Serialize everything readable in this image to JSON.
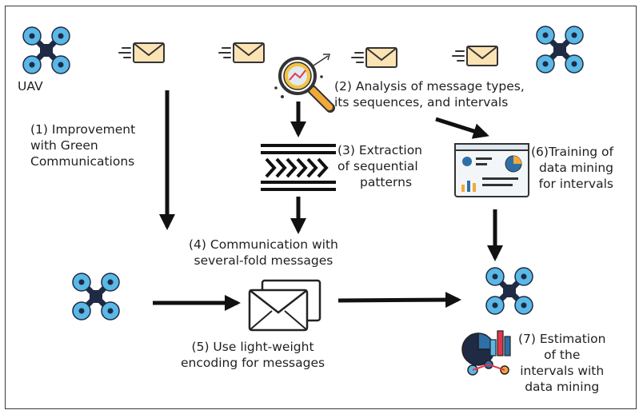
{
  "labels": {
    "uav": "UAV",
    "step1": [
      "(1) Improvement",
      "with Green",
      "Communications"
    ],
    "step2": [
      "(2) Analysis of message types,",
      "its sequences, and intervals"
    ],
    "step3": [
      "(3) Extraction",
      "of sequential",
      "patterns"
    ],
    "step4": [
      "(4) Communication with",
      "several-fold messages"
    ],
    "step5": [
      "(5) Use light-weight",
      "encoding for messages"
    ],
    "step6": [
      "(6)Training of",
      "data mining",
      "for intervals"
    ],
    "step7": [
      "(7) Estimation",
      "of the",
      "intervals with",
      "data mining"
    ]
  },
  "colors": {
    "drone_rotor": "#5ab8e6",
    "drone_body": "#1f2a44",
    "envelope_fill": "#fbe3b4",
    "magnifier_handle": "#f2a93b",
    "arrow": "#111111",
    "chart_blue": "#2e6fa8",
    "chart_accent": "#e3364b"
  },
  "icons": [
    "drone-icon",
    "envelope-icon",
    "magnifier-icon",
    "pattern-icon",
    "dashboard-icon",
    "stacked-envelope-icon",
    "estimation-chart-icon"
  ]
}
